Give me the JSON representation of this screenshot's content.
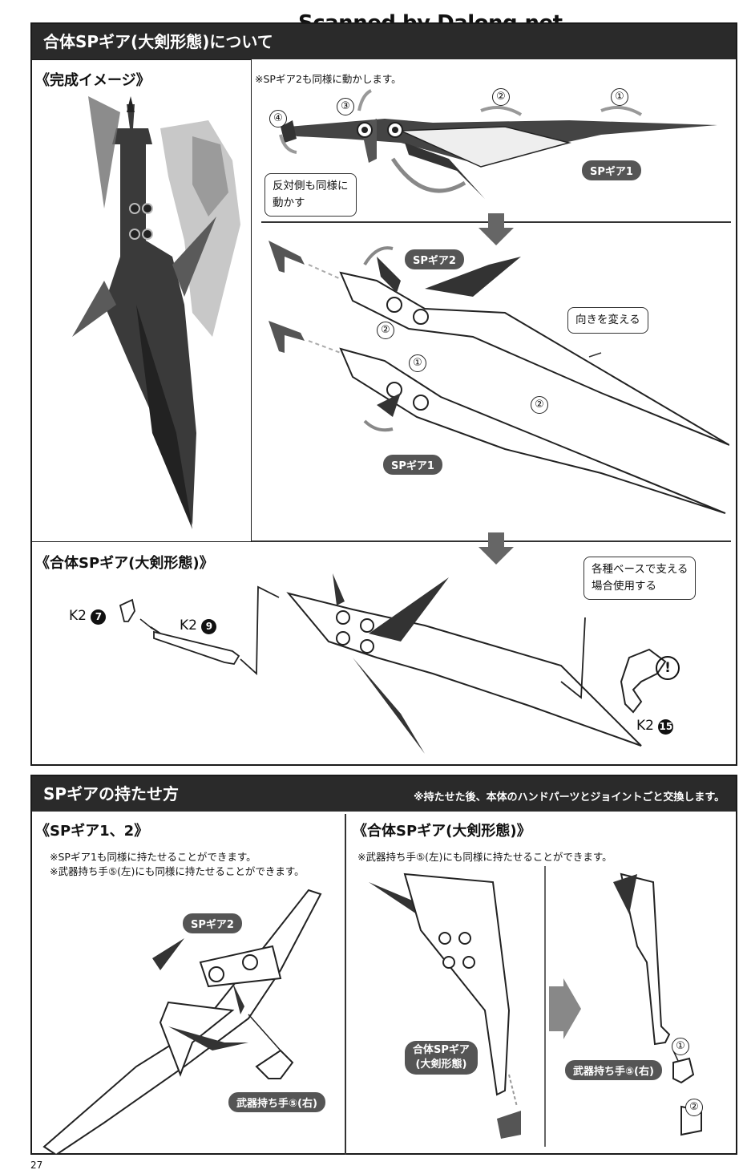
{
  "watermark": "Scanned by Dalong.net",
  "section1": {
    "title": "合体SPギア(大剣形態)について",
    "complete_image_title": "《完成イメージ》",
    "note_top": "※SPギア2も同様に動かします。",
    "balloon_opposite": [
      "反対側も同様に",
      "動かす"
    ],
    "label_sp1_top": "SPギア1",
    "label_sp2": "SPギア2",
    "label_sp1_mid": "SPギア1",
    "balloon_turn": "向きを変える",
    "steps_top": [
      "④",
      "③",
      "②",
      "①"
    ],
    "steps_mid": [
      "②",
      "①",
      "②"
    ],
    "combined_title": "《合体SPギア(大剣形態)》",
    "balloon_base": [
      "各種ベースで支える",
      "場合使用する"
    ],
    "parts": [
      {
        "code": "K2",
        "num": "7"
      },
      {
        "code": "K2",
        "num": "9"
      },
      {
        "code": "K2",
        "num": "15"
      }
    ],
    "caution": "!"
  },
  "section2": {
    "title": "SPギアの持たせ方",
    "bar_note": "※持たせた後、本体のハンドパーツとジョイントごと交換します。",
    "left_title": "《SPギア1、2》",
    "left_notes": [
      "※SPギア1も同様に持たせることができます。",
      "※武器持ち手⑤(左)にも同様に持たせることができます。"
    ],
    "left_label_gear": "SPギア2",
    "left_label_hand": "武器持ち手⑤(右)",
    "right_title": "《合体SPギア(大剣形態)》",
    "right_note": "※武器持ち手⑤(左)にも同様に持たせることができます。",
    "right_label_gear": [
      "合体SPギア",
      "(大剣形態)"
    ],
    "right_label_hand": "武器持ち手⑤(右)",
    "steps_right": [
      "①",
      "②"
    ]
  },
  "page_number": "27"
}
